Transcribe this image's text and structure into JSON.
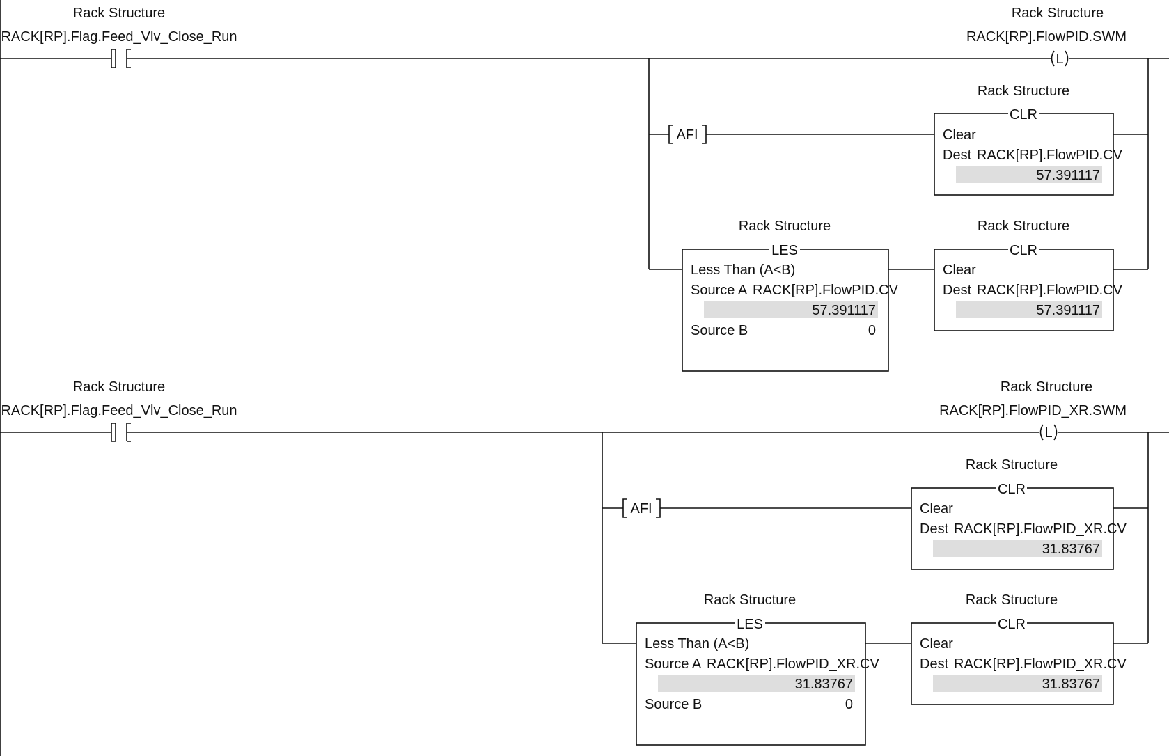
{
  "rungs": [
    {
      "input_contact": {
        "description": "Rack Structure",
        "tag": "RACK[RP].Flag.Feed_Vlv_Close_Run"
      },
      "latch_coil": {
        "description": "Rack Structure",
        "tag": "RACK[RP].FlowPID.SWM",
        "symbol": "L"
      },
      "afi_label": "AFI",
      "clr_top": {
        "description": "Rack Structure",
        "mnemonic": "CLR",
        "title": "Clear",
        "dest_label": "Dest",
        "dest": "RACK[RP].FlowPID.CV",
        "dest_value": "57.391117"
      },
      "les": {
        "description": "Rack Structure",
        "mnemonic": "LES",
        "title": "Less Than (A<B)",
        "source_a_label": "Source A",
        "source_a": "RACK[RP].FlowPID.CV",
        "source_a_value": "57.391117",
        "source_b_label": "Source B",
        "source_b_value": "0"
      },
      "clr_bottom": {
        "description": "Rack Structure",
        "mnemonic": "CLR",
        "title": "Clear",
        "dest_label": "Dest",
        "dest": "RACK[RP].FlowPID.CV",
        "dest_value": "57.391117"
      }
    },
    {
      "input_contact": {
        "description": "Rack Structure",
        "tag": "RACK[RP].Flag.Feed_Vlv_Close_Run"
      },
      "latch_coil": {
        "description": "Rack Structure",
        "tag": "RACK[RP].FlowPID_XR.SWM",
        "symbol": "L"
      },
      "afi_label": "AFI",
      "clr_top": {
        "description": "Rack Structure",
        "mnemonic": "CLR",
        "title": "Clear",
        "dest_label": "Dest",
        "dest": "RACK[RP].FlowPID_XR.CV",
        "dest_value": "31.83767"
      },
      "les": {
        "description": "Rack Structure",
        "mnemonic": "LES",
        "title": "Less Than (A<B)",
        "source_a_label": "Source A",
        "source_a": "RACK[RP].FlowPID_XR.CV",
        "source_a_value": "31.83767",
        "source_b_label": "Source B",
        "source_b_value": "0"
      },
      "clr_bottom": {
        "description": "Rack Structure",
        "mnemonic": "CLR",
        "title": "Clear",
        "dest_label": "Dest",
        "dest": "RACK[RP].FlowPID_XR.CV",
        "dest_value": "31.83767"
      }
    }
  ]
}
